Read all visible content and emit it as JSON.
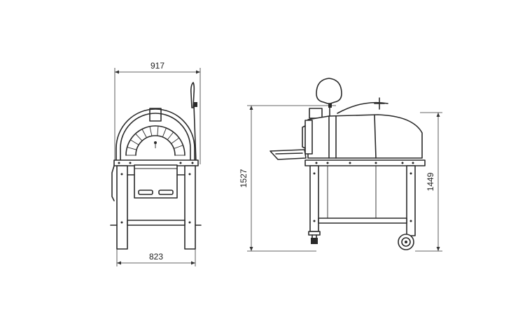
{
  "dimensions": {
    "front_top_width": "917",
    "front_base_width": "823",
    "side_total_height": "1527",
    "side_body_height": "1449"
  }
}
